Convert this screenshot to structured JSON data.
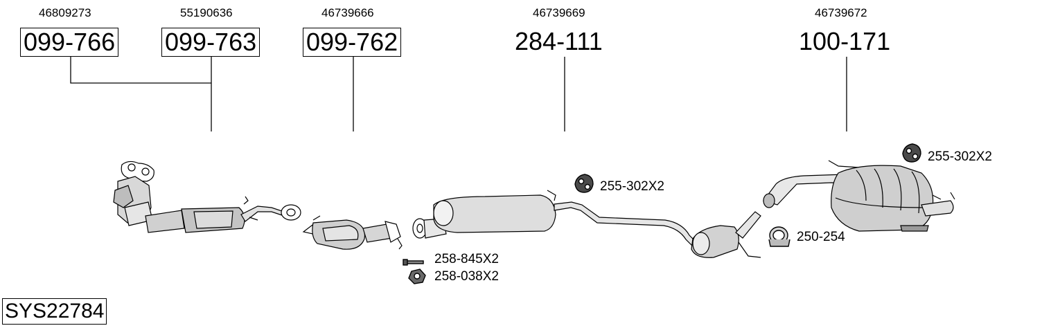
{
  "parts": [
    {
      "oe": "46809273",
      "number": "099-766",
      "boxed": true
    },
    {
      "oe": "55190636",
      "number": "099-763",
      "boxed": true
    },
    {
      "oe": "46739666",
      "number": "099-762",
      "boxed": true
    },
    {
      "oe": "46739669",
      "number": "284-111",
      "boxed": false
    },
    {
      "oe": "46739672",
      "number": "100-171",
      "boxed": false
    }
  ],
  "accessories": {
    "hanger_mid": "255-302X2",
    "hanger_rear": "255-302X2",
    "clamp": "250-254",
    "bolt": "258-845X2",
    "nut": "258-038X2"
  },
  "system_code": "SYS22784"
}
